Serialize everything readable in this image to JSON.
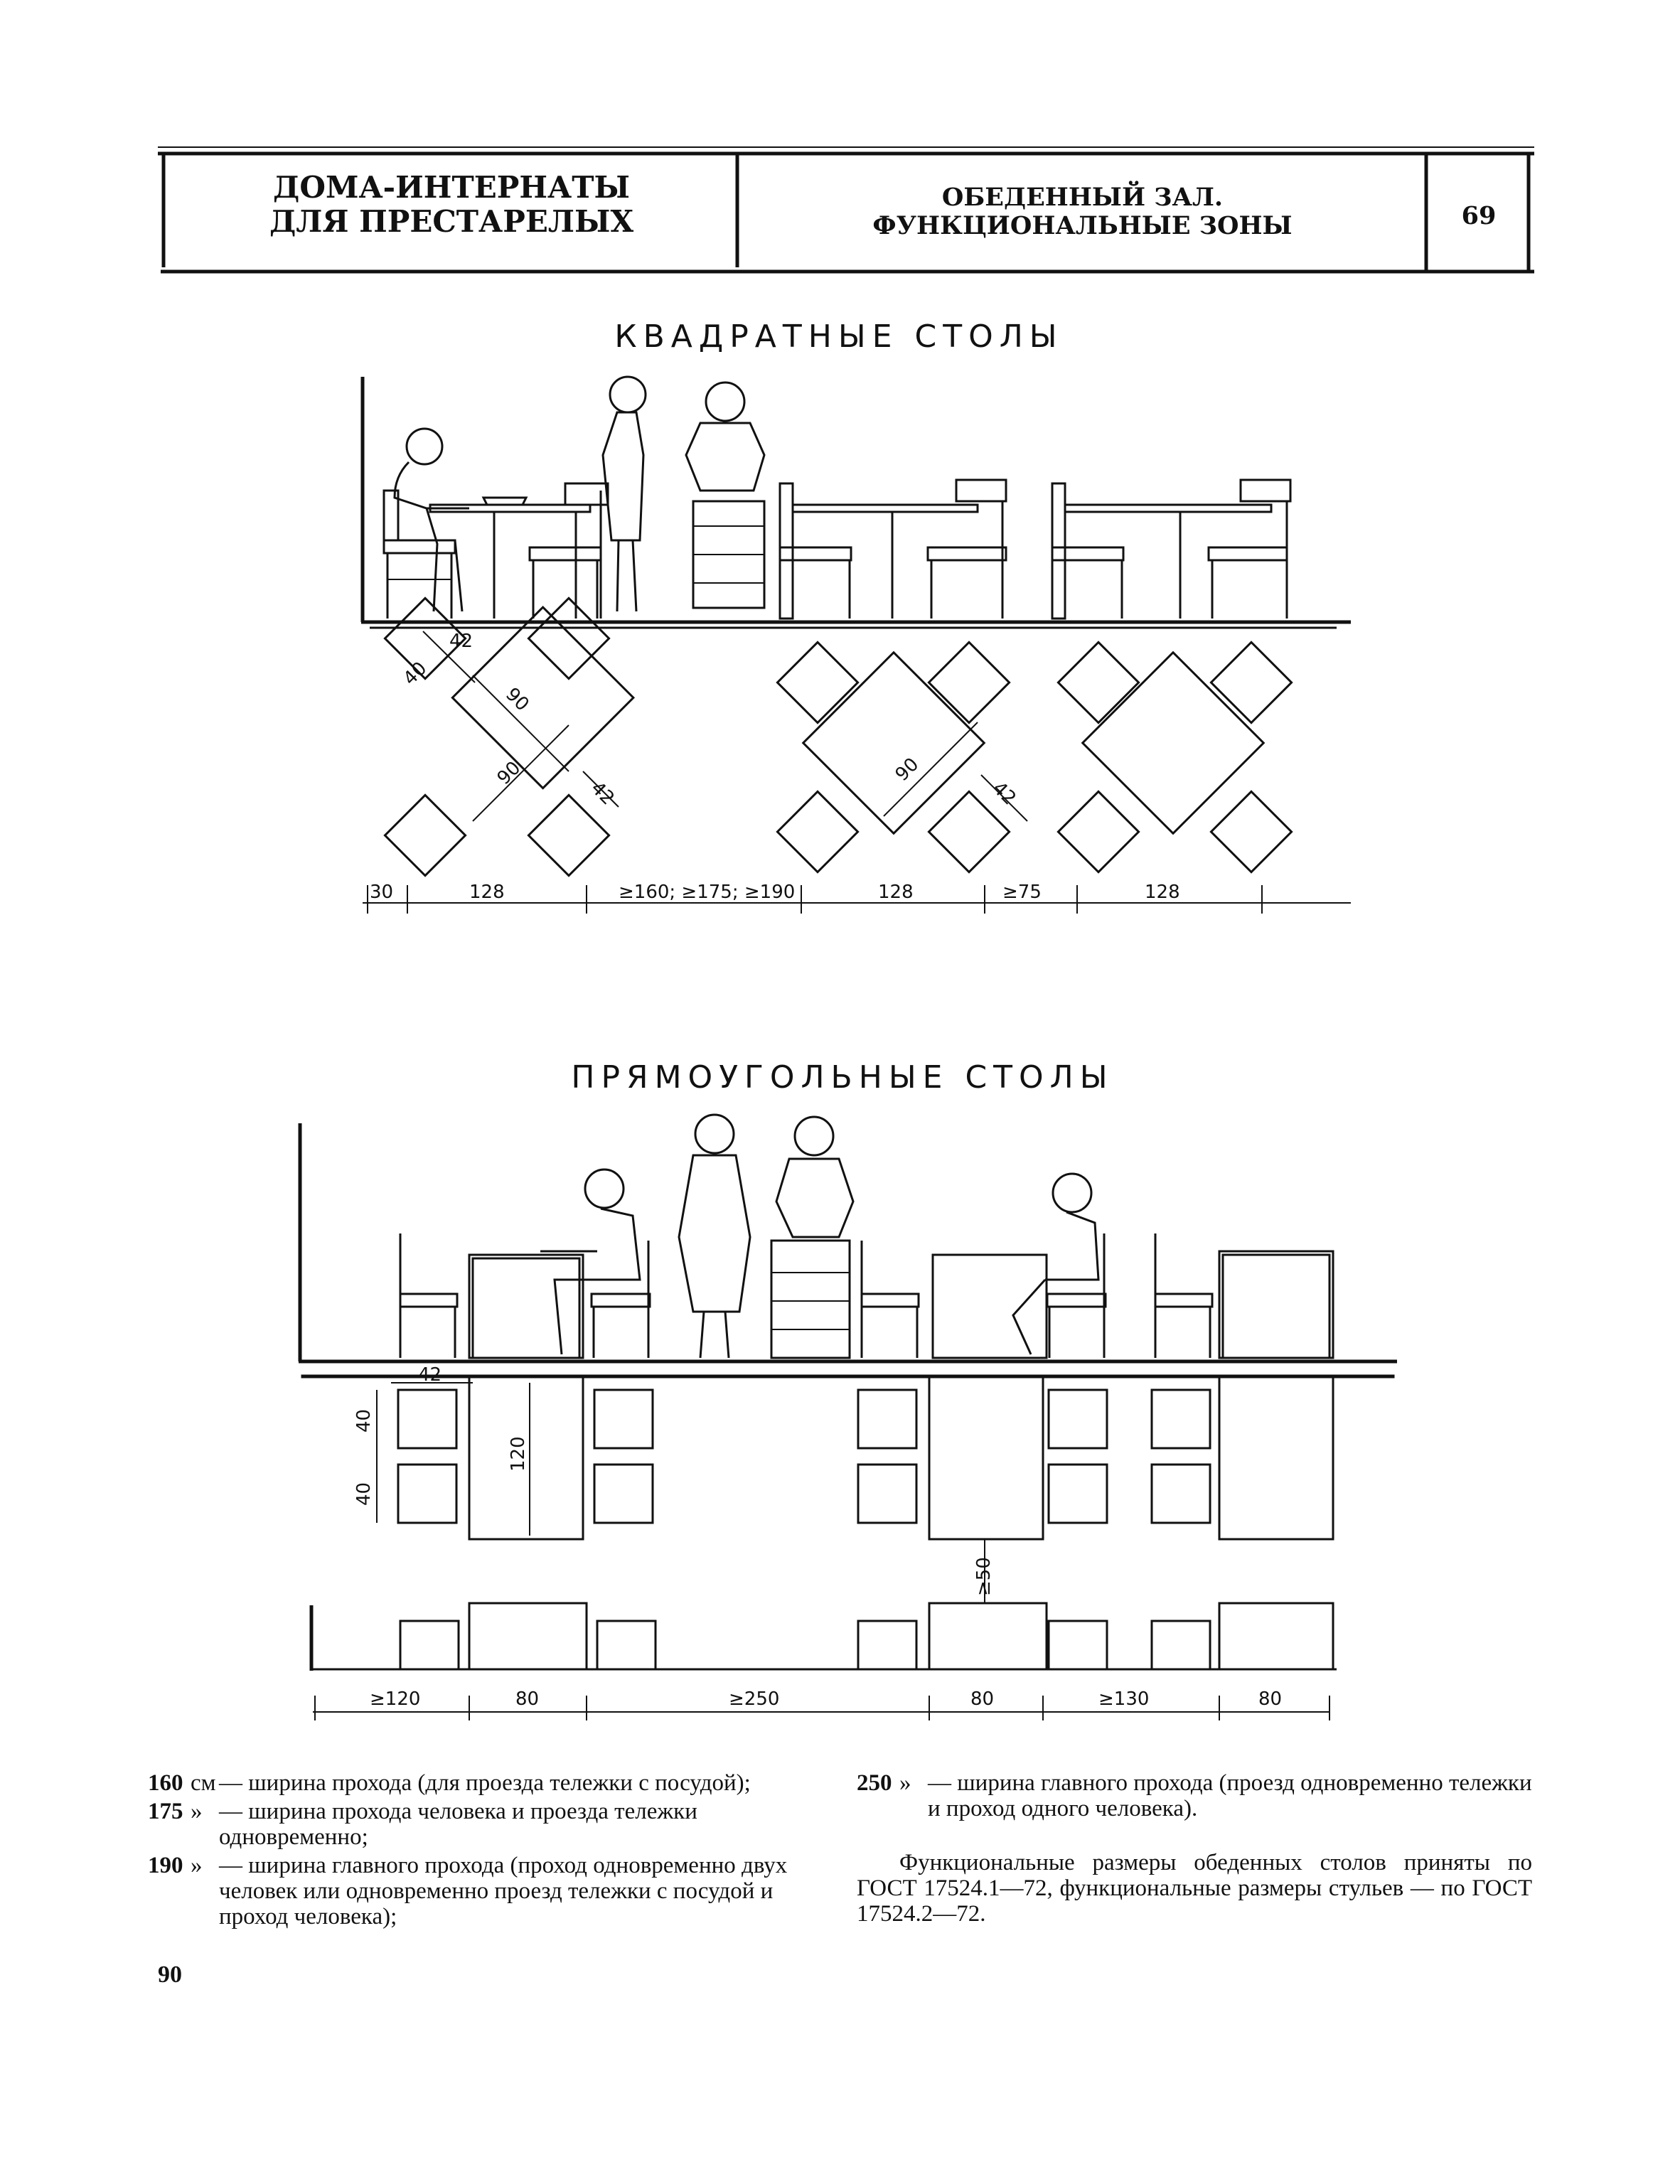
{
  "header": {
    "left_line1": "ДОМА-ИНТЕРНАТЫ",
    "left_line2": "ДЛЯ ПРЕСТАРЕЛЫХ",
    "center_line1": "ОБЕДЕННЫЙ ЗАЛ.",
    "center_line2": "ФУНКЦИОНАЛЬНЫЕ ЗОНЫ",
    "sheet_number": "69"
  },
  "square_section": {
    "title": "КВАДРАТНЫЕ СТОЛЫ",
    "dims": {
      "chair": "40",
      "chair_gap_top": "42",
      "table_a": "90",
      "table_b": "90",
      "gap_right": "42",
      "table_c": "90",
      "gap_c": "42",
      "bottom": [
        "30",
        "128",
        "≥160; ≥175; ≥190",
        "128",
        "≥75",
        "128"
      ]
    }
  },
  "rect_section": {
    "title": "ПРЯМОУГОЛЬНЫЕ СТОЛЫ",
    "dims": {
      "gap_top": "42",
      "chair1": "40",
      "chair2": "40",
      "table_len": "120",
      "clearance": "≥50",
      "bottom": [
        "≥120",
        "80",
        "≥250",
        "80",
        "≥130",
        "80"
      ]
    }
  },
  "legend_left": [
    {
      "value": "160",
      "unit": "см",
      "text": "— ширина прохода (для проезда тележки с посудой);"
    },
    {
      "value": "175",
      "unit": "»",
      "text": "— ширина прохода человека и проезда тележки одновременно;"
    },
    {
      "value": "190",
      "unit": "»",
      "text": "— ширина главного прохода (проход одновременно двух человек или одновременно проезд тележки с посудой и проход человека);"
    }
  ],
  "legend_right": {
    "value": "250",
    "unit": "»",
    "text": "— ширина главного прохода (проезд одновременно тележки и проход одного человека)."
  },
  "note": "Функциональные размеры обеденных столов приняты по ГОСТ 17524.1—72, функциональные размеры стульев — по ГОСТ 17524.2—72.",
  "page_number": "90"
}
